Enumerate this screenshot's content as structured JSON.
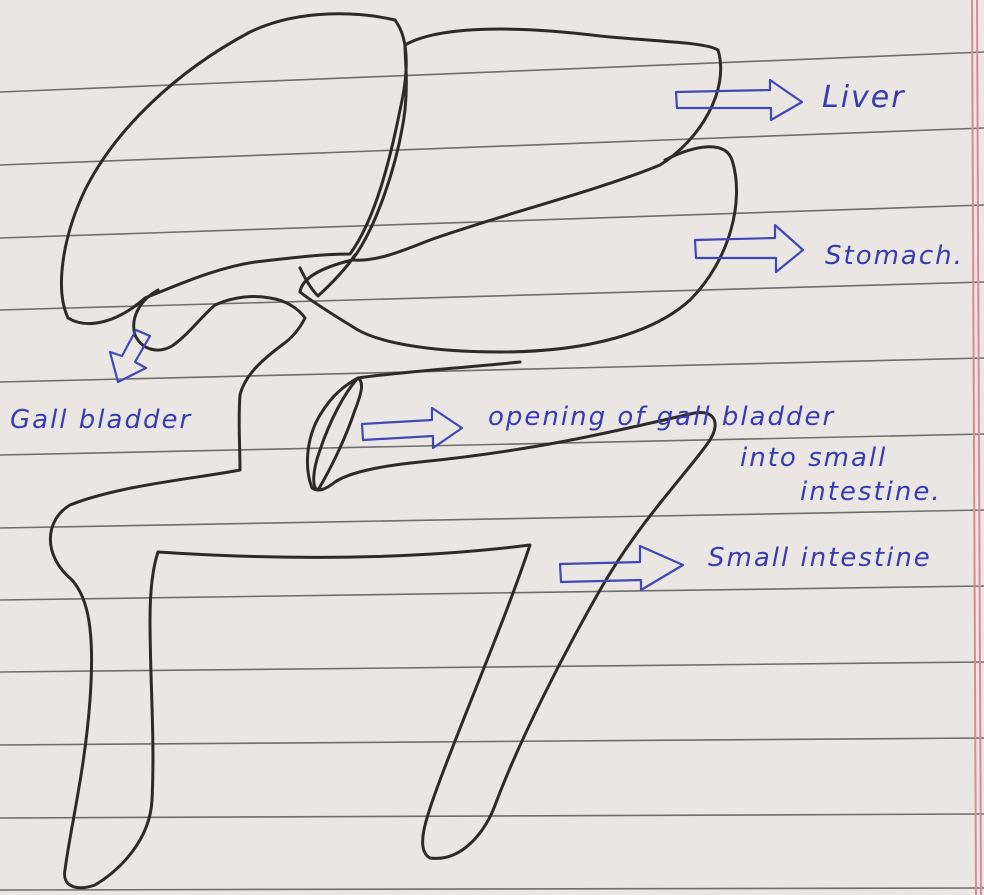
{
  "paper": {
    "background": "#e9e6e3",
    "rule_color": "#5a5a5a",
    "margin_color": "#d98a94"
  },
  "ink": {
    "pen": "#3a3bb0",
    "pencil": "#2e2a28"
  },
  "labels": {
    "liver": "Liver",
    "stomach": "Stomach.",
    "gall_bladder": "Gall bladder",
    "opening_line1": "opening of gall bladder",
    "opening_line2": "into small",
    "opening_line3": "intestine.",
    "small_intestine": "Small intestine"
  }
}
